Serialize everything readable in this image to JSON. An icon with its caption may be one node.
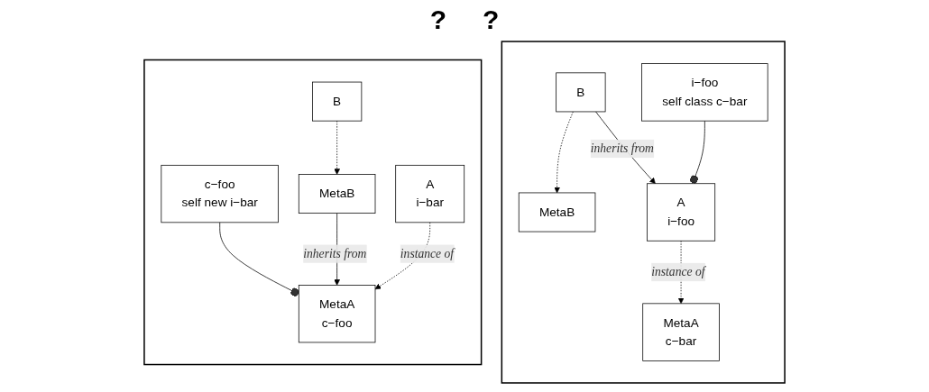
{
  "diagram": {
    "nodes": [
      {
        "text": [],
        "shape": "box"
      },
      {
        "text": [
          "MetaA",
          "c−bar"
        ],
        "in": 0
      },
      {
        "text": [
          "MetaB"
        ],
        "in": 0
      },
      {
        "text": [
          "A",
          "i−foo"
        ],
        "in": 0
      },
      {
        "text": [
          "B"
        ],
        "in": 0
      },
      {
        "text": [
          "i−foo",
          "self class c−bar"
        ],
        "in": 0
      },
      {
        "text": [],
        "shape": "box"
      },
      {
        "text": [
          "c−foo",
          "self new i−bar"
        ],
        "in": 6
      },
      {
        "text": [
          "MetaA",
          "c−foo"
        ],
        "in": 6
      },
      {
        "text": [
          "MetaB"
        ],
        "in": 6
      },
      {
        "text": [
          "A",
          "i−bar"
        ],
        "in": 6
      },
      {
        "text": [
          "B"
        ],
        "in": 6
      }
    ],
    "edges": [
      {
        "from": 3,
        "to": 1,
        "arrow": "to",
        "style": "dashed",
        "label": "instance of"
      },
      {
        "from": 4,
        "to": 2,
        "arrow": "to",
        "style": "dashed"
      },
      {
        "from": 4,
        "to": 3,
        "arrow": "to",
        "label": "inherits from"
      },
      {
        "from": 5,
        "to": 3,
        "arrow": "other"
      },
      {
        "from": 7,
        "to": 8,
        "arrow": "other"
      },
      {
        "from": 9,
        "to": 8,
        "arrow": "to",
        "label": "inherits from"
      },
      {
        "from": 10,
        "to": 8,
        "arrow": "to",
        "style": "dashed",
        "label": "instance of"
      },
      {
        "from": 11,
        "to": 9,
        "arrow": "to",
        "style": "dashed"
      }
    ],
    "labels": [
      "?",
      "?"
    ]
  }
}
